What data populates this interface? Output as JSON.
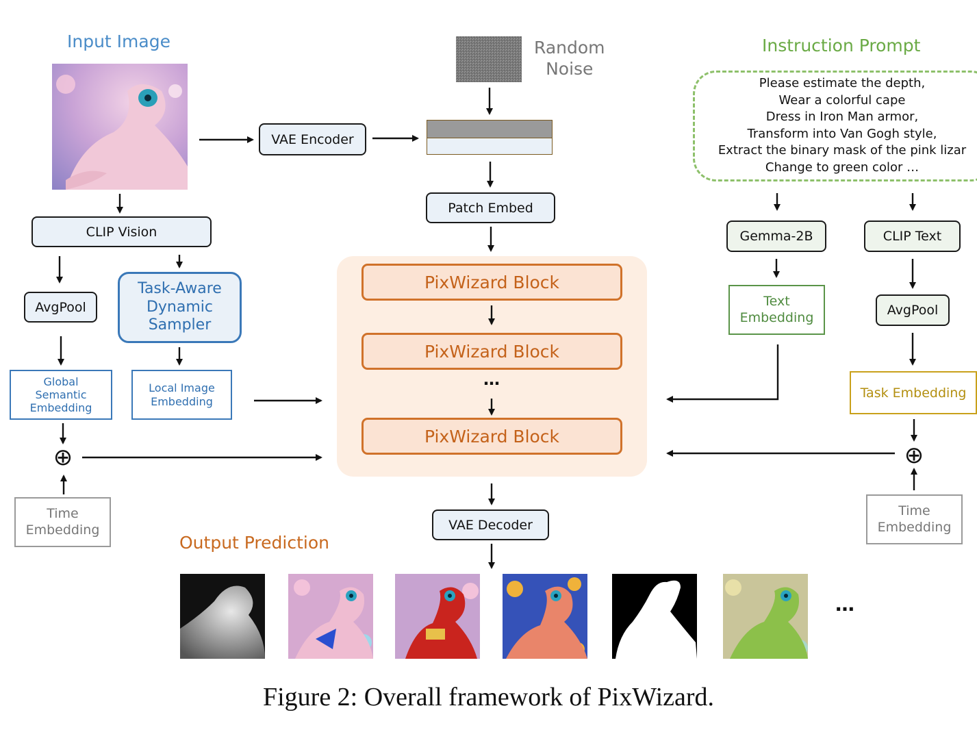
{
  "titles": {
    "input_image": "Input Image",
    "random_noise": "Random\nNoise",
    "instruction_prompt": "Instruction Prompt",
    "output_prediction": "Output Prediction"
  },
  "prompt_lines": [
    "Please estimate the depth,",
    "Wear a colorful cape",
    "Dress in Iron Man armor,",
    "Transform into Van Gogh style,",
    "Extract the binary mask of the pink lizar",
    "Change to green color …"
  ],
  "boxes": {
    "vae_encoder": "VAE Encoder",
    "patch_embed": "Patch Embed",
    "clip_vision": "CLIP Vision",
    "avgpool_left": "AvgPool",
    "task_aware_sampler": "Task-Aware\nDynamic\nSampler",
    "global_semantic": "Global\nSemantic\nEmbedding",
    "local_image": "Local Image\nEmbedding",
    "time_embedding_left": "Time\nEmbedding",
    "pixwizard_block_1": "PixWizard Block",
    "pixwizard_block_2": "PixWizard Block",
    "pixwizard_block_3": "PixWizard Block",
    "block_ellipsis": "…",
    "vae_decoder": "VAE Decoder",
    "gemma": "Gemma-2B",
    "clip_text": "CLIP Text",
    "text_embedding": "Text\nEmbedding",
    "avgpool_right": "AvgPool",
    "task_embedding": "Task Embedding",
    "time_embedding_right": "Time\nEmbedding",
    "output_ellipsis": "…"
  },
  "symbols": {
    "oplus": "⊕"
  },
  "caption": "Figure 2: Overall framework of PixWizard.",
  "colors": {
    "blue_title": "#4a8cc8",
    "green_title": "#6aaa45",
    "orange_title": "#c8691f",
    "pix_fill": "#fbe3d3",
    "pix_border": "#d0722a",
    "panel_bg": "#fdeee2"
  },
  "icons": {
    "input_image": "pink-lizard-image",
    "random_noise": "noise-image",
    "outputs": [
      "depth-map-image",
      "caped-lizard-image",
      "iron-man-lizard-image",
      "van-gogh-lizard-image",
      "binary-mask-image",
      "green-lizard-image"
    ]
  }
}
